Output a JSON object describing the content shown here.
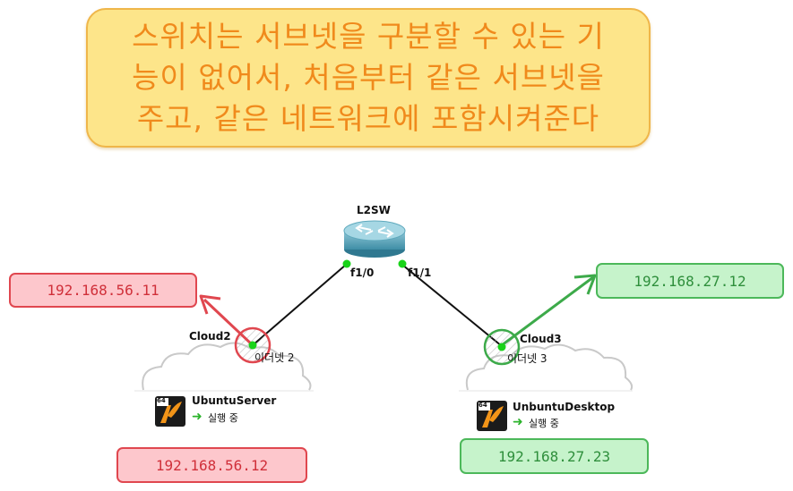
{
  "callout": {
    "text": "스위치는 서브넷을 구분할 수 있는 기\n능이 없어서, 처음부터 같은 서브넷을\n주고, 같은 네트워크에 포함시켜준다"
  },
  "switch": {
    "name": "L2SW",
    "port_left": "f1/0",
    "port_right": "f1/1"
  },
  "cloud_left": {
    "name": "Cloud2",
    "iface": "이더넷 2"
  },
  "cloud_right": {
    "name": "Cloud3",
    "iface": "이더넷 3"
  },
  "vm_left": {
    "name": "UbuntuServer",
    "status": "실행 중",
    "badge": "64"
  },
  "vm_right": {
    "name": "UnbuntuDesktop",
    "status": "실행 중",
    "badge": "64"
  },
  "ips": {
    "left_top": "192.168.56.11",
    "left_bottom": "192.168.56.12",
    "right_top": "192.168.27.12",
    "right_bottom": "192.168.27.23"
  },
  "colors": {
    "red": "#e0474f",
    "green": "#3daa4a",
    "callout_text": "#f08a1c"
  }
}
